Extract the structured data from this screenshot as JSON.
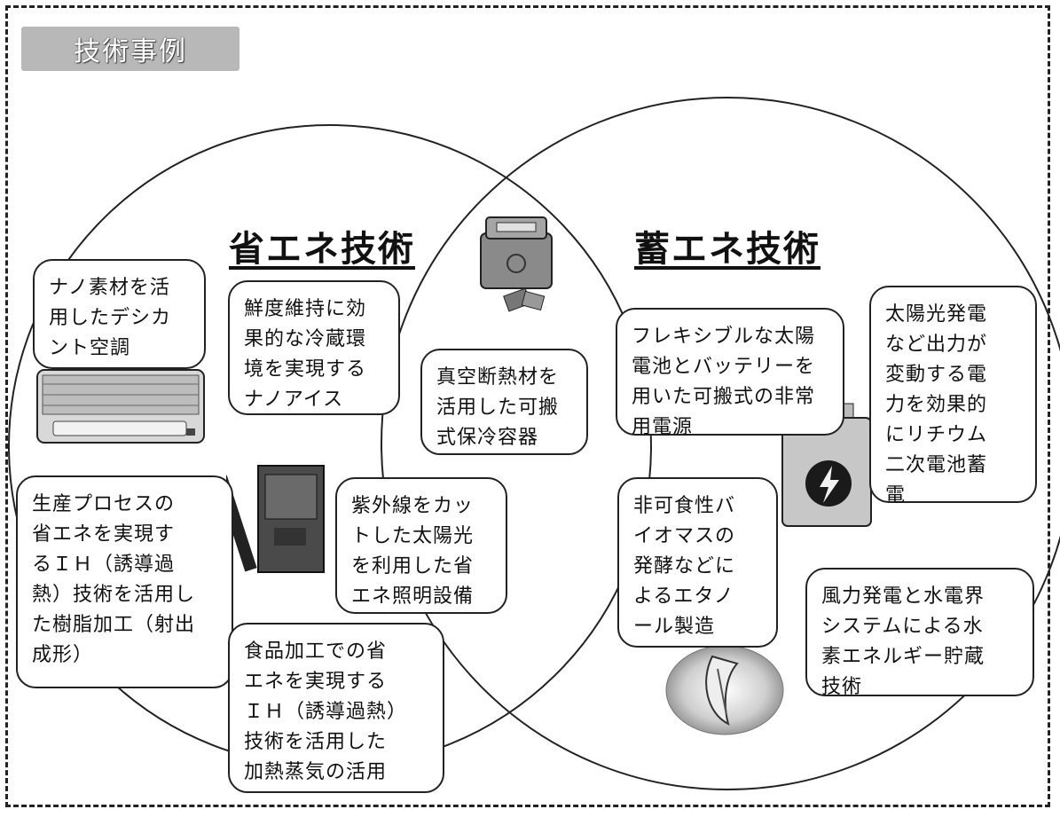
{
  "title": "技術事例",
  "left_heading": "省エネ技術",
  "right_heading": "蓄エネ技術",
  "boxes": {
    "nano_desiccant": "ナノ素材を活\n用したデシカ\nント空調",
    "nano_ice": "鮮度維持に効\n果的な冷蔵環\n境を実現する\nナノアイス",
    "vacuum_container": "真空断熱材を\n活用した可搬\n式保冷容器",
    "flexible_battery": "フレキシブルな太陽\n電池とバッテリーを\n用いた可搬式の非常\n用電源",
    "lithium_storage": "太陽光発電\nなど出力が\n変動する電\n力を効果的\nにリチウム\n二次電池蓄\n電",
    "ih_resin": "生産プロセスの\n省エネを実現す\nるＩＨ（誘導過\n熱）技術を活用し\nた樹脂加工（射出\n成形）",
    "uv_lighting": "紫外線をカッ\nトした太陽光\nを利用した省\nエネ照明設備",
    "bio_ethanol": "非可食性バ\nイオマスの\n発酵などに\nよるエタノ\nール製造",
    "wind_hydrogen": "風力発電と水電界\nシステムによる水\n素エネルギー貯蔵\n技術",
    "ih_food": "食品加工での省\nエネを実現する\nＩＨ（誘導過熱）\n技術を活用した\n加熱蒸気の活用"
  },
  "battery_icon": "lightning-icon"
}
